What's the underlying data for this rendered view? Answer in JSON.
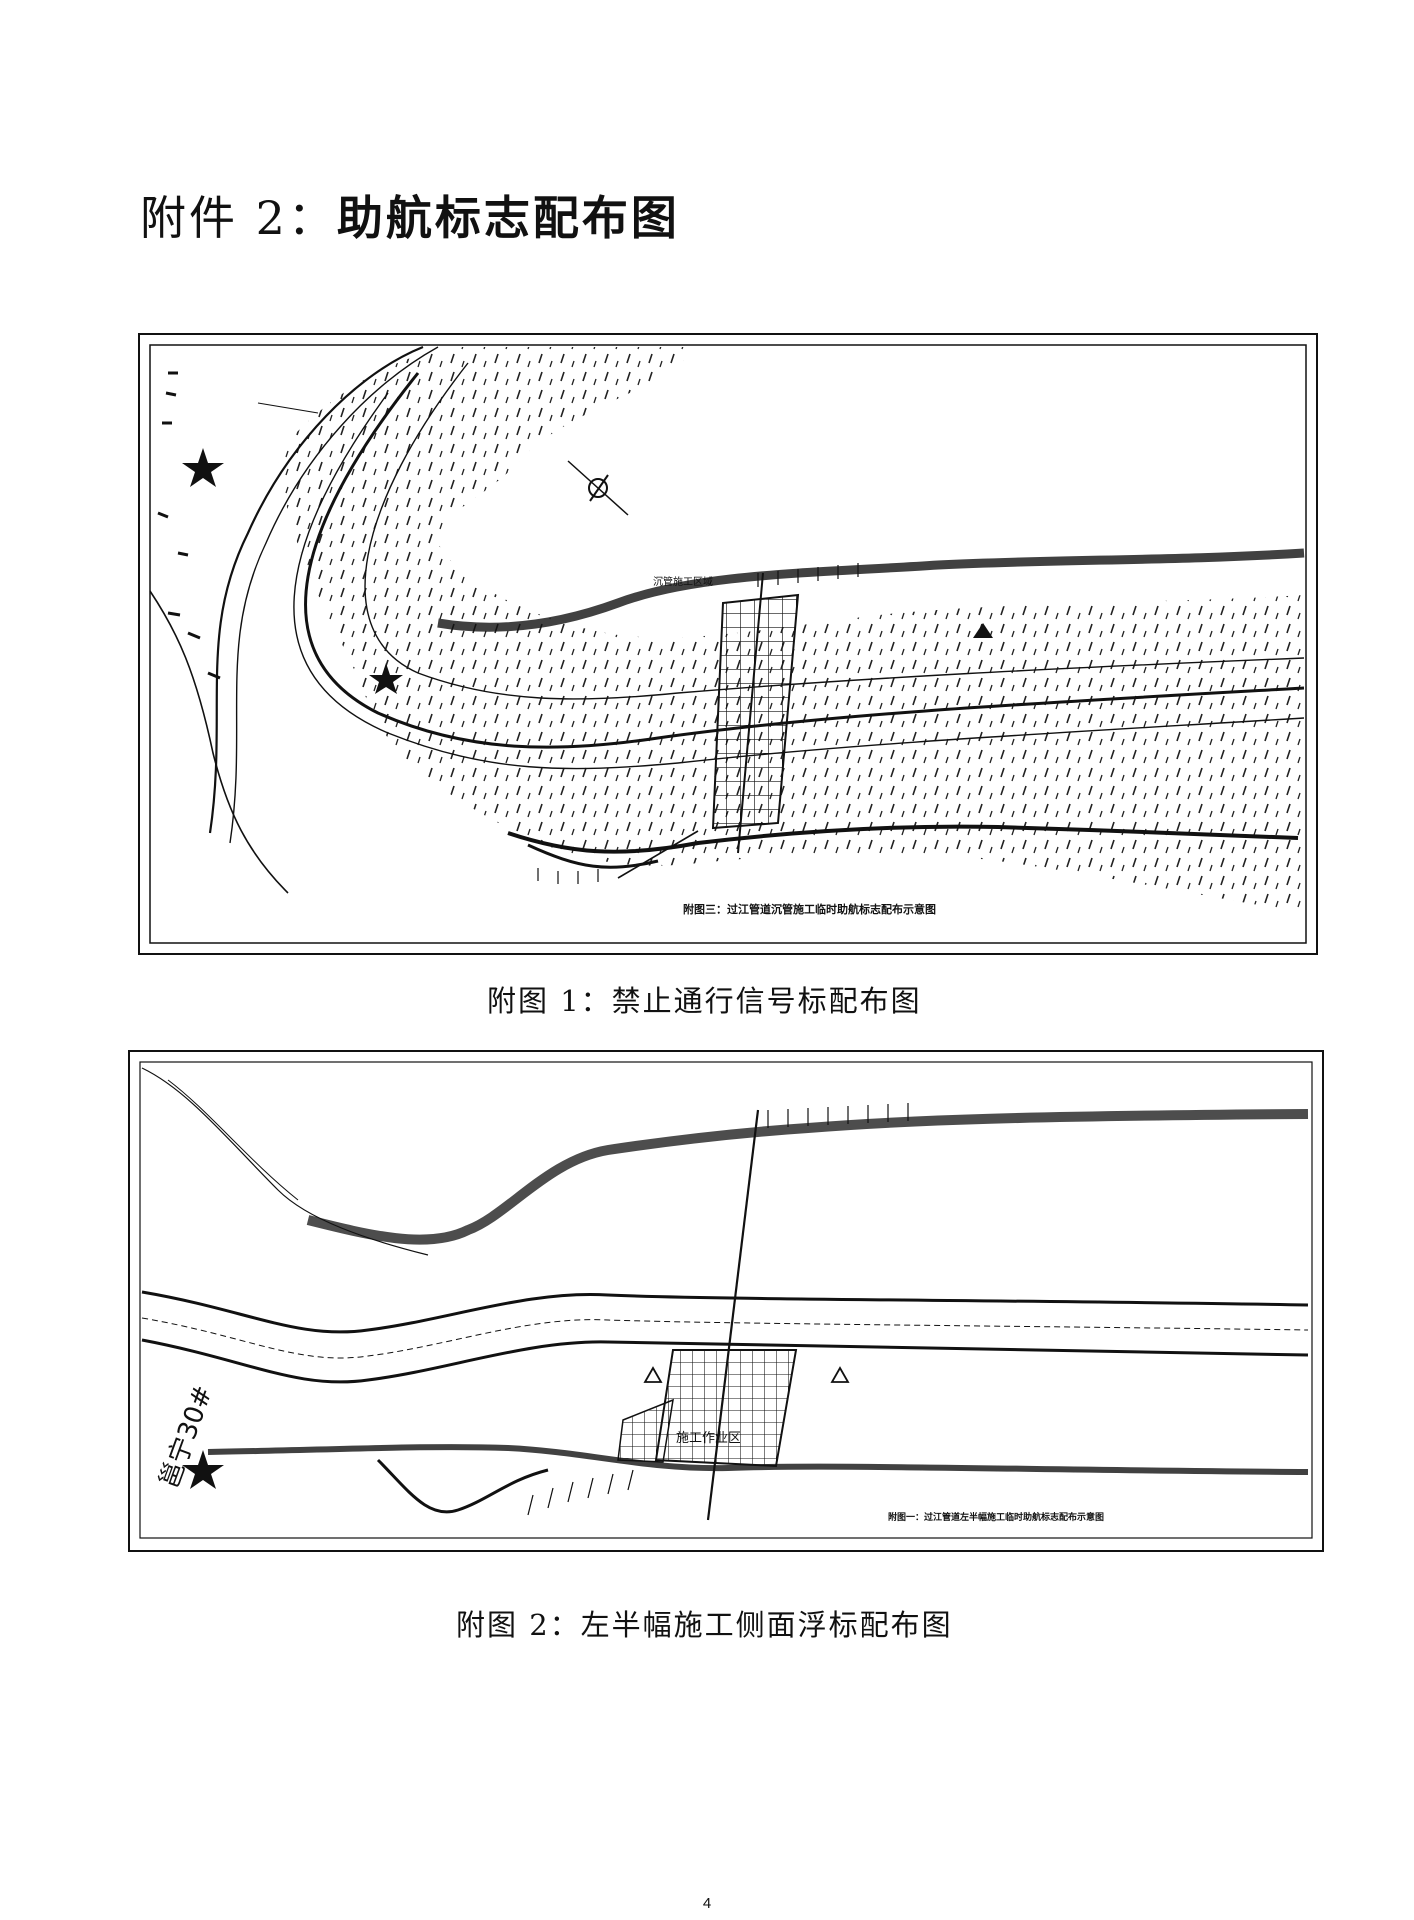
{
  "heading": {
    "prefix": "附件 2：",
    "title": "助航标志配布图"
  },
  "figure1": {
    "caption": "附图 1：禁止通行信号标配布图",
    "map_title": "附图三：过江管道沉管施工临时助航标志配布示意图",
    "zone_label": "沉管施工区域"
  },
  "figure2": {
    "caption": "附图 2：左半幅施工侧面浮标配布图",
    "zone_label": "施工作业区",
    "marker_label": "邕宁30#",
    "map_title": "附图一：过江管道左半幅施工临时助航标志配布示意图"
  },
  "page_number": "4"
}
